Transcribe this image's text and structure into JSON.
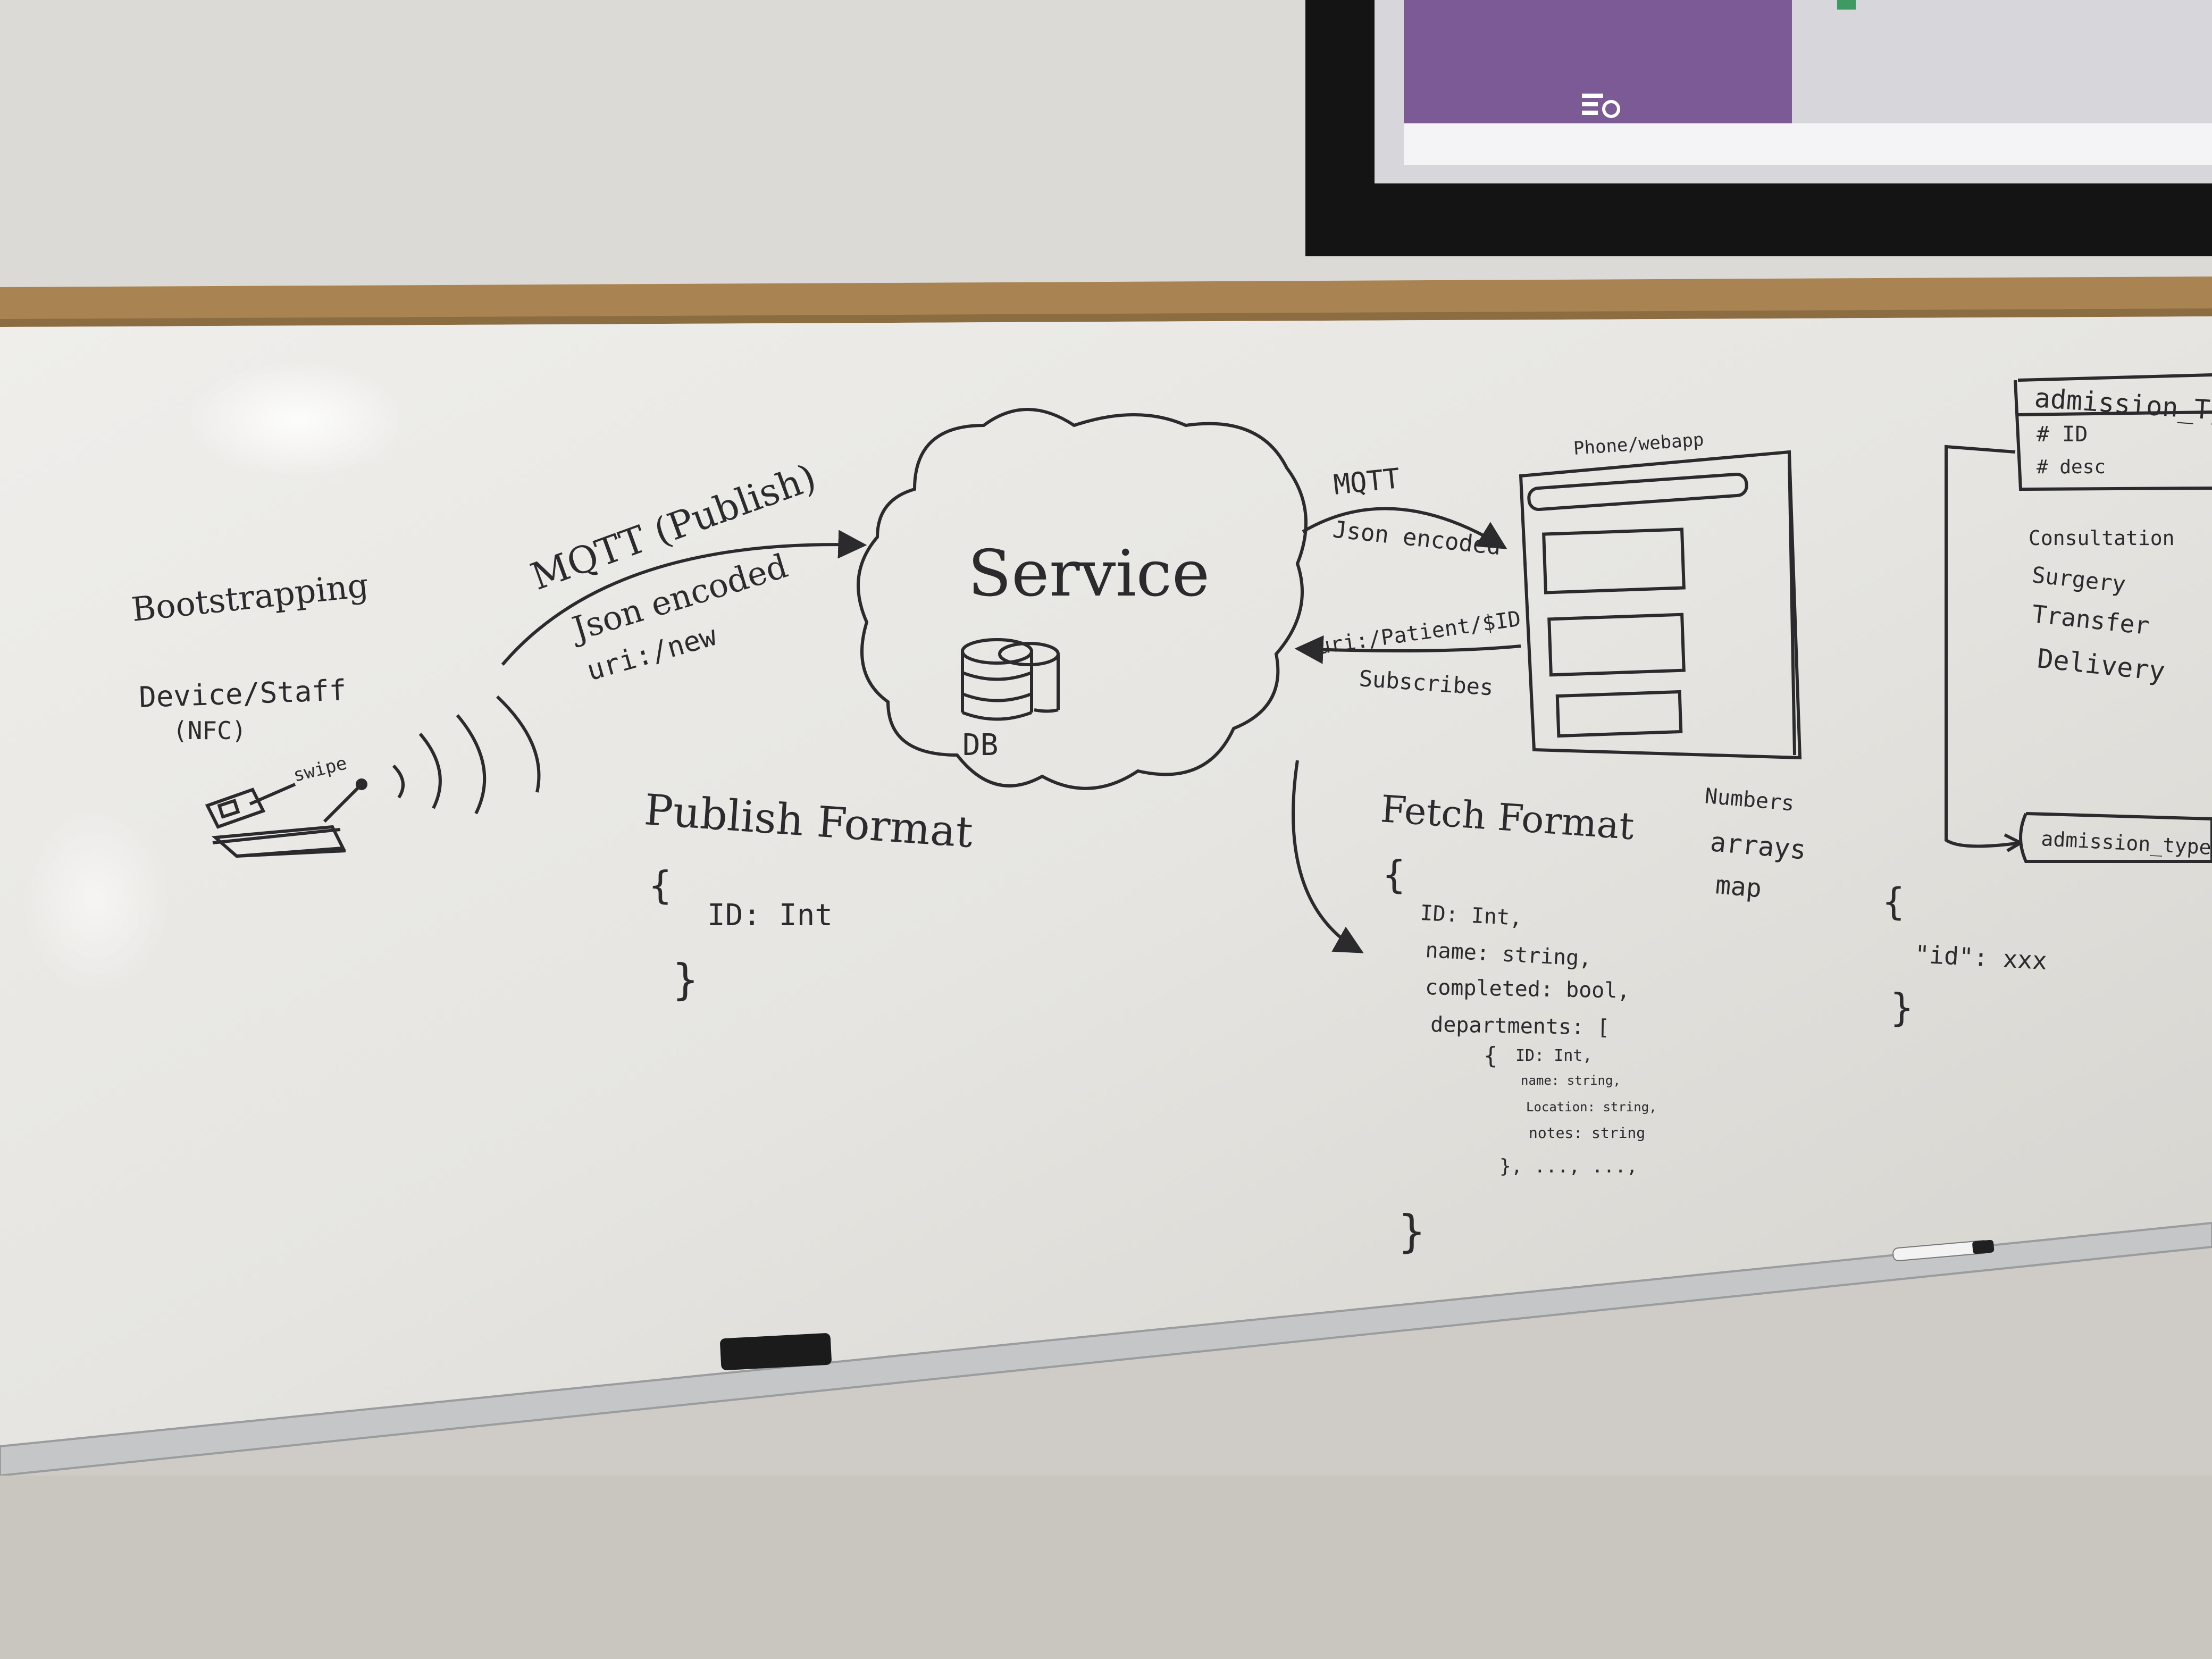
{
  "colors": {
    "wall": "#d6d4d0",
    "cork": "#b08a58",
    "board": "#e8e7e3",
    "ink": "#2b2b2e",
    "screen_purple": "#7b5a96"
  },
  "bootstrapping": {
    "title": "Bootstrapping",
    "device_label": "Device/Staff",
    "nfc_label": "(NFC)",
    "swipe_label": "swipe"
  },
  "publish_arrow": {
    "label_mqtt": "MQTT (Publish)",
    "label_json": "Json encoded",
    "label_uri": "uri:/new"
  },
  "service": {
    "label": "Service",
    "db_label": "DB"
  },
  "subscribe_arrow": {
    "label_mqtt": "MQTT",
    "label_json": "Json encoded",
    "label_uri": "uri:/Patient/$ID",
    "label_subscribes": "Subscribes"
  },
  "app": {
    "label": "Phone/webapp"
  },
  "publish_format": {
    "title": "Publish Format",
    "open_brace": "{",
    "field": "ID: Int",
    "close_brace": "}"
  },
  "fetch_format": {
    "title": "Fetch Format",
    "open_brace": "{",
    "lines": [
      "ID: Int,",
      "name: string,",
      "completed: bool,",
      "departments: ["
    ],
    "nested_open": "{",
    "nested_lines": [
      "ID: Int,",
      "name: string,",
      "Location: string,",
      "notes: string"
    ],
    "nested_close": "}, ..., ...,",
    "close_brace": "}"
  },
  "types_note": [
    "Numbers",
    "arrays",
    "map"
  ],
  "id_example": {
    "open_brace": "{",
    "line": "\"id\": xxx",
    "close_brace": "}"
  },
  "admission_type": {
    "table_title": "admission_Type",
    "fields": [
      "# ID",
      "# desc"
    ],
    "values": [
      "Consultation",
      "Surgery",
      "Transfer",
      "Delivery"
    ],
    "bottom_box": "admission_type"
  }
}
